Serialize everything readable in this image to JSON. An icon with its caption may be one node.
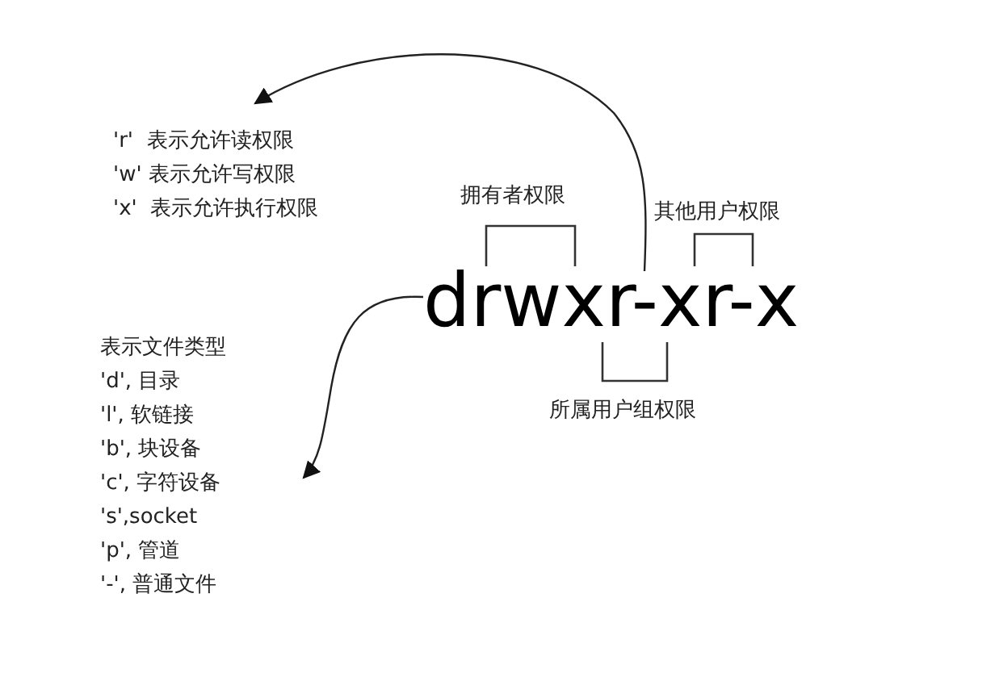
{
  "diagram": {
    "nodes": [
      {
        "text": [
          "'r'  表示允许读权限",
          "'w' 表示允许写权限",
          "'x'  表示允许执行权限"
        ]
      },
      {
        "text": [
          "drwxr-xr-x"
        ]
      },
      {
        "text": [
          "表示文件类型",
          "'d', 目录",
          "'l', 软链接",
          "'b', 块设备",
          "'c', 字符设备",
          "'s',socket",
          "'p', 管道",
          "'-', 普通文件"
        ]
      }
    ],
    "edges": [
      {
        "from": 1,
        "to": 0,
        "arrow": "to"
      },
      {
        "from": 1,
        "to": 2,
        "arrow": "to"
      }
    ],
    "labels": [
      "拥有者权限",
      "其他用户权限",
      "所属用户组权限"
    ]
  }
}
